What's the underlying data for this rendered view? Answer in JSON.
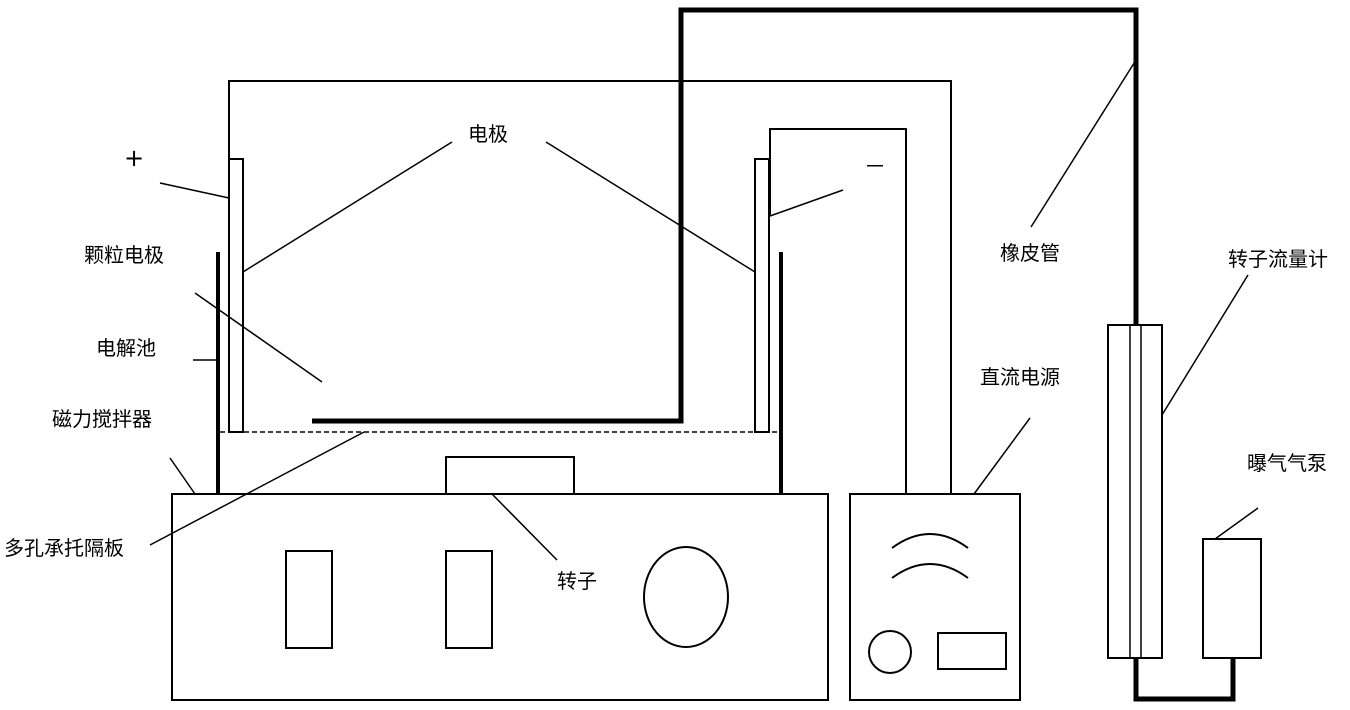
{
  "labels": {
    "electrode": "电极",
    "plus": "+",
    "minus": "－",
    "particle_electrode": "颗粒电极",
    "electrolytic_cell": "电解池",
    "magnetic_stirrer": "磁力搅拌器",
    "porous_plate": "多孔承托隔板",
    "stir_bar": "转子",
    "dc_power": "直流电源",
    "rubber_tube": "橡皮管",
    "rotameter": "转子流量计",
    "air_pump": "曝气气泵"
  }
}
